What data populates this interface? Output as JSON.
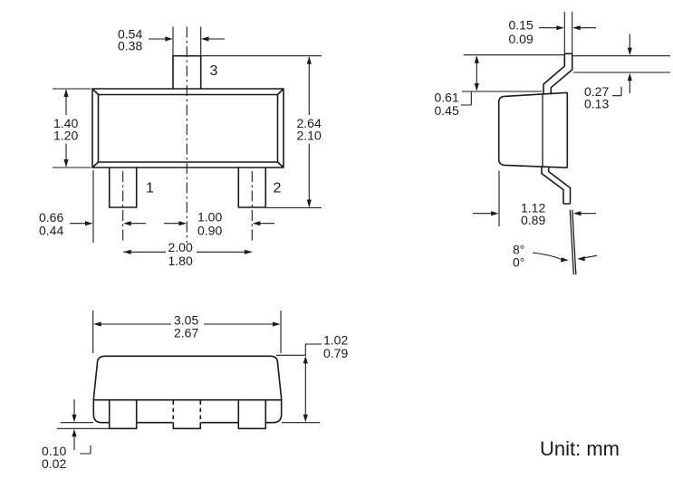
{
  "unit_note": "Unit: mm",
  "colors": {
    "line": "#1a1a1a",
    "background": "#ffffff"
  },
  "front_view": {
    "pin_1": "1",
    "pin_2": "2",
    "pin_3": "3",
    "tab_width": {
      "max": "0.54",
      "min": "0.38"
    },
    "body_height": {
      "max": "1.40",
      "min": "1.20"
    },
    "overall_height": {
      "max": "2.64",
      "min": "2.10"
    },
    "edge_to_lead_center": {
      "max": "0.66",
      "min": "0.44"
    },
    "lead_pitch": {
      "max": "1.00",
      "min": "0.90"
    },
    "lead_span": {
      "max": "2.00",
      "min": "1.80"
    }
  },
  "side_view": {
    "lead_thickness": {
      "max": "0.15",
      "min": "0.09"
    },
    "shoulder_height": {
      "max": "0.61",
      "min": "0.45"
    },
    "foot_height": {
      "max": "0.27",
      "min": "0.13"
    },
    "body_width": {
      "max": "1.12",
      "min": "0.89"
    },
    "foot_angle": {
      "max": "8°",
      "min": "0°"
    }
  },
  "bottom_view": {
    "body_length": {
      "max": "3.05",
      "min": "2.67"
    },
    "body_thickness": {
      "max": "1.02",
      "min": "0.79"
    },
    "standoff": {
      "max": "0.10",
      "min": "0.02"
    }
  }
}
